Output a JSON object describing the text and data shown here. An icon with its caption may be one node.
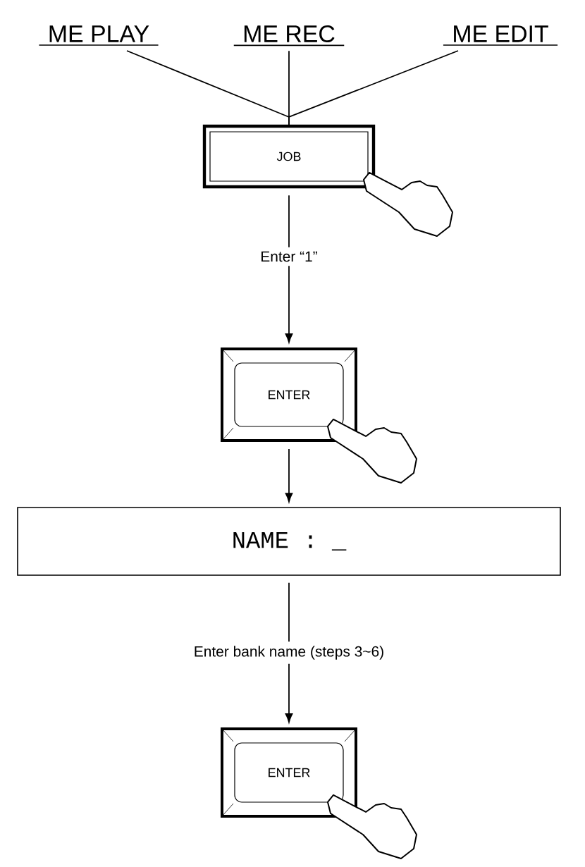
{
  "diagram": {
    "nodes": [
      {
        "text": [
          "ME PLAY"
        ]
      },
      {
        "text": [
          "ME REC"
        ]
      },
      {
        "text": [
          "ME EDIT"
        ]
      },
      {
        "text": [
          "JOB"
        ]
      },
      {
        "text": [
          "ENTER"
        ]
      },
      {
        "text": [
          "NAME : _"
        ]
      },
      {
        "text": [
          "ENTER"
        ]
      }
    ],
    "edges": [
      {
        "from": 0,
        "to": 3,
        "arrow": "none"
      },
      {
        "from": 1,
        "to": 3,
        "arrow": "none"
      },
      {
        "from": 2,
        "to": 3,
        "arrow": "none"
      },
      {
        "from": 3,
        "to": 4,
        "arrow": "to",
        "label": "Enter “1”"
      },
      {
        "from": 4,
        "to": 5,
        "arrow": "to"
      },
      {
        "from": 5,
        "to": 6,
        "arrow": "to",
        "label": "Enter bank name (steps 3~6)"
      }
    ]
  }
}
